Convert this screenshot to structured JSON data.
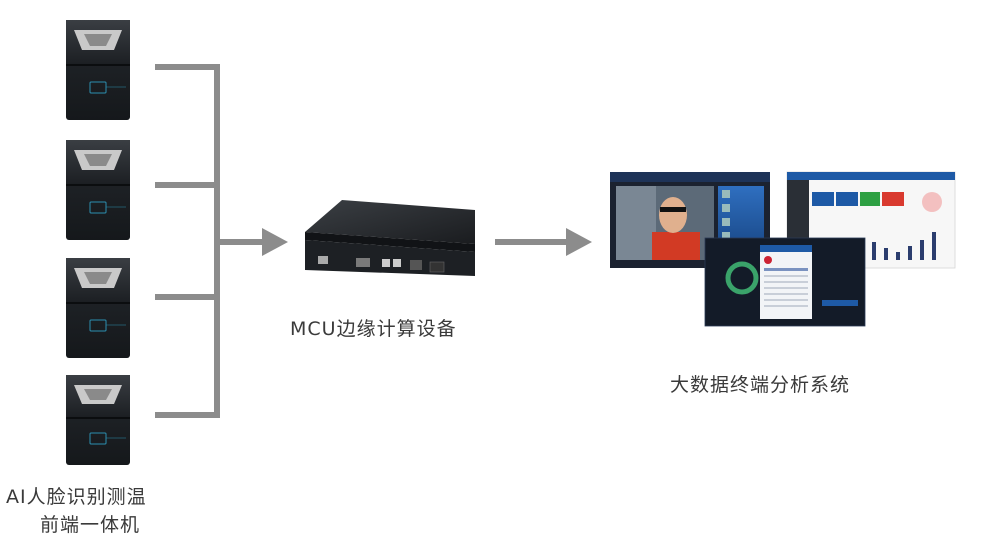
{
  "nodes": {
    "terminals": {
      "label_line1": "AI人脸识别测温",
      "label_line2": "前端一体机",
      "count": 4
    },
    "edge_device": {
      "label": "MCU边缘计算设备"
    },
    "analysis_system": {
      "label": "大数据终端分析系统"
    }
  },
  "colors": {
    "connector": "#8c8c8c",
    "label_text": "#3a3a3a",
    "device_dark": "#1f2226",
    "screen_blue": "#1e5aa6"
  },
  "icons": [
    "face-terminal-icon",
    "server-box-icon",
    "dashboard-screens-icon",
    "arrow-right-icon"
  ]
}
